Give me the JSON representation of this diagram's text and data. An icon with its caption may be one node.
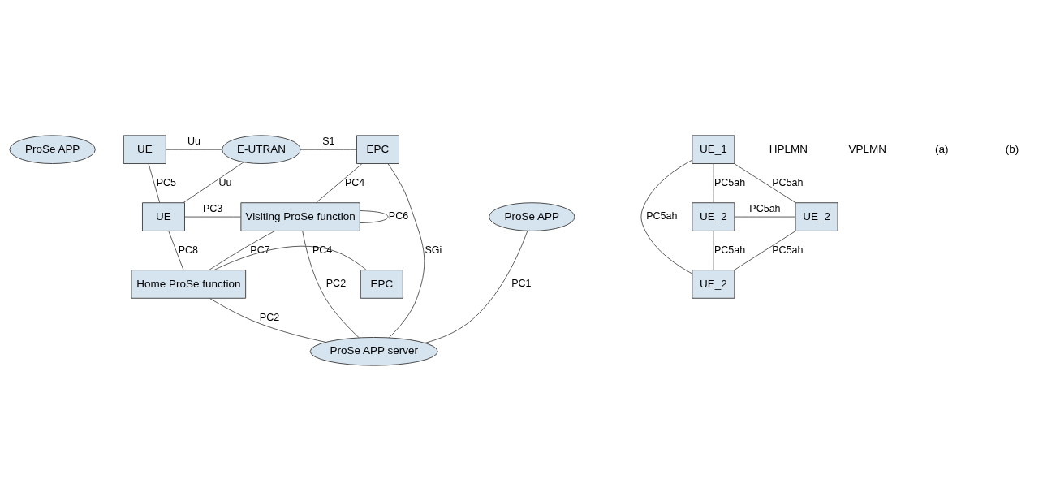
{
  "diagram": {
    "nodes": [
      {
        "text": [
          "ProSe APP"
        ]
      },
      {
        "text": [
          "UE"
        ]
      },
      {
        "text": [
          "E-UTRAN"
        ]
      },
      {
        "text": [
          "EPC"
        ]
      },
      {
        "text": [
          "ProSe APP"
        ]
      },
      {
        "text": [
          "UE"
        ]
      },
      {
        "text": [
          "Visiting ProSe function"
        ]
      },
      {
        "text": [
          "ProSe APP server"
        ]
      },
      {
        "text": [
          "Home ProSe function"
        ]
      },
      {
        "text": [
          "EPC"
        ]
      },
      {
        "text": [
          "UE_1"
        ]
      },
      {
        "text": [
          "UE_2"
        ]
      },
      {
        "text": [
          "UE_2"
        ]
      },
      {
        "text": [
          "UE_2"
        ]
      }
    ],
    "edges": [
      {
        "from": 1,
        "to": 2,
        "arrow": "none",
        "label": "Uu"
      },
      {
        "from": 2,
        "to": 3,
        "arrow": "none",
        "label": "S1"
      },
      {
        "from": 3,
        "to": 7,
        "arrow": "none",
        "label": "SGi"
      },
      {
        "from": 1,
        "to": 5,
        "arrow": "none",
        "label": "PC5"
      },
      {
        "from": 5,
        "to": 2,
        "arrow": "none",
        "label": "Uu"
      },
      {
        "from": 3,
        "to": 6,
        "arrow": "none",
        "label": "PC4"
      },
      {
        "from": 5,
        "to": 6,
        "arrow": "none",
        "label": "PC3"
      },
      {
        "from": 6,
        "to": 7,
        "arrow": "none",
        "label": "PC2"
      },
      {
        "from": 6,
        "to": 6,
        "arrow": "none",
        "label": "PC6"
      },
      {
        "from": 6,
        "to": 8,
        "arrow": "none",
        "label": "PC7"
      },
      {
        "from": 4,
        "to": 7,
        "arrow": "none",
        "label": "PC1"
      },
      {
        "from": 5,
        "to": 8,
        "arrow": "none",
        "label": "PC8"
      },
      {
        "from": 8,
        "to": 7,
        "arrow": "none",
        "label": "PC2"
      },
      {
        "from": 8,
        "to": 9,
        "arrow": "none",
        "label": "PC4"
      },
      {
        "from": 11,
        "to": 10,
        "arrow": "none",
        "label": "PC5ah"
      },
      {
        "from": 10,
        "to": 12,
        "arrow": "none",
        "label": "PC5ah"
      },
      {
        "from": 11,
        "to": 12,
        "arrow": "none",
        "label": "PC5ah"
      },
      {
        "from": 10,
        "to": 13,
        "arrow": "none",
        "label": "PC5ah"
      },
      {
        "from": 11,
        "to": 13,
        "arrow": "none",
        "label": "PC5ah"
      },
      {
        "from": 13,
        "to": 12,
        "arrow": "none",
        "label": "PC5ah"
      }
    ],
    "labels": [
      "HPLMN",
      "VPLMN",
      "(a)",
      "(b)"
    ]
  }
}
